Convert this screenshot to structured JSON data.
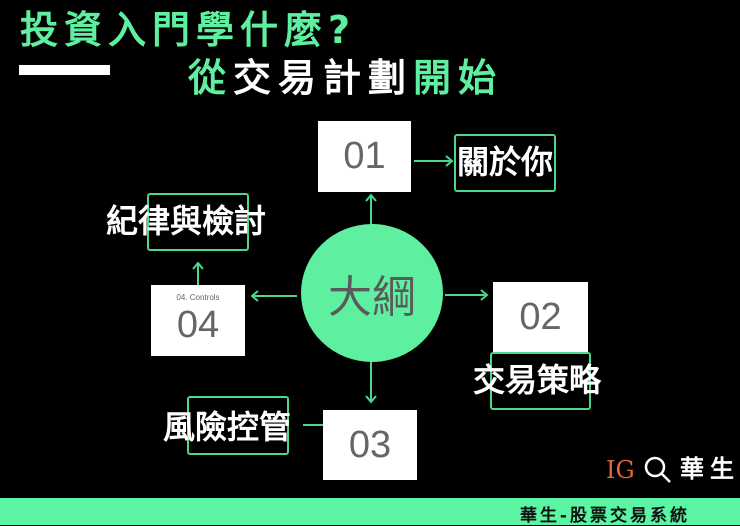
{
  "title": {
    "line1": "投資入門學什麼?",
    "line2_parts": [
      "從",
      "交易計劃",
      "開始"
    ]
  },
  "center": {
    "label": "大綱"
  },
  "nodes": [
    {
      "number": "01",
      "label": "關於你"
    },
    {
      "number": "02",
      "label": "交易策略"
    },
    {
      "number": "03",
      "label": "風險控管"
    },
    {
      "number": "04",
      "label": "紀律與檢討",
      "caption": "04. Controls"
    }
  ],
  "brand": {
    "ig": "IG",
    "icon": "search-icon",
    "name": "華生"
  },
  "footer": {
    "text": "華生-股票交易系統"
  },
  "colors": {
    "accent": "#5ef0a0",
    "footer": "#5cf5a4",
    "ig": "#e0643c",
    "box": "#ffffff",
    "number": "#666666"
  }
}
